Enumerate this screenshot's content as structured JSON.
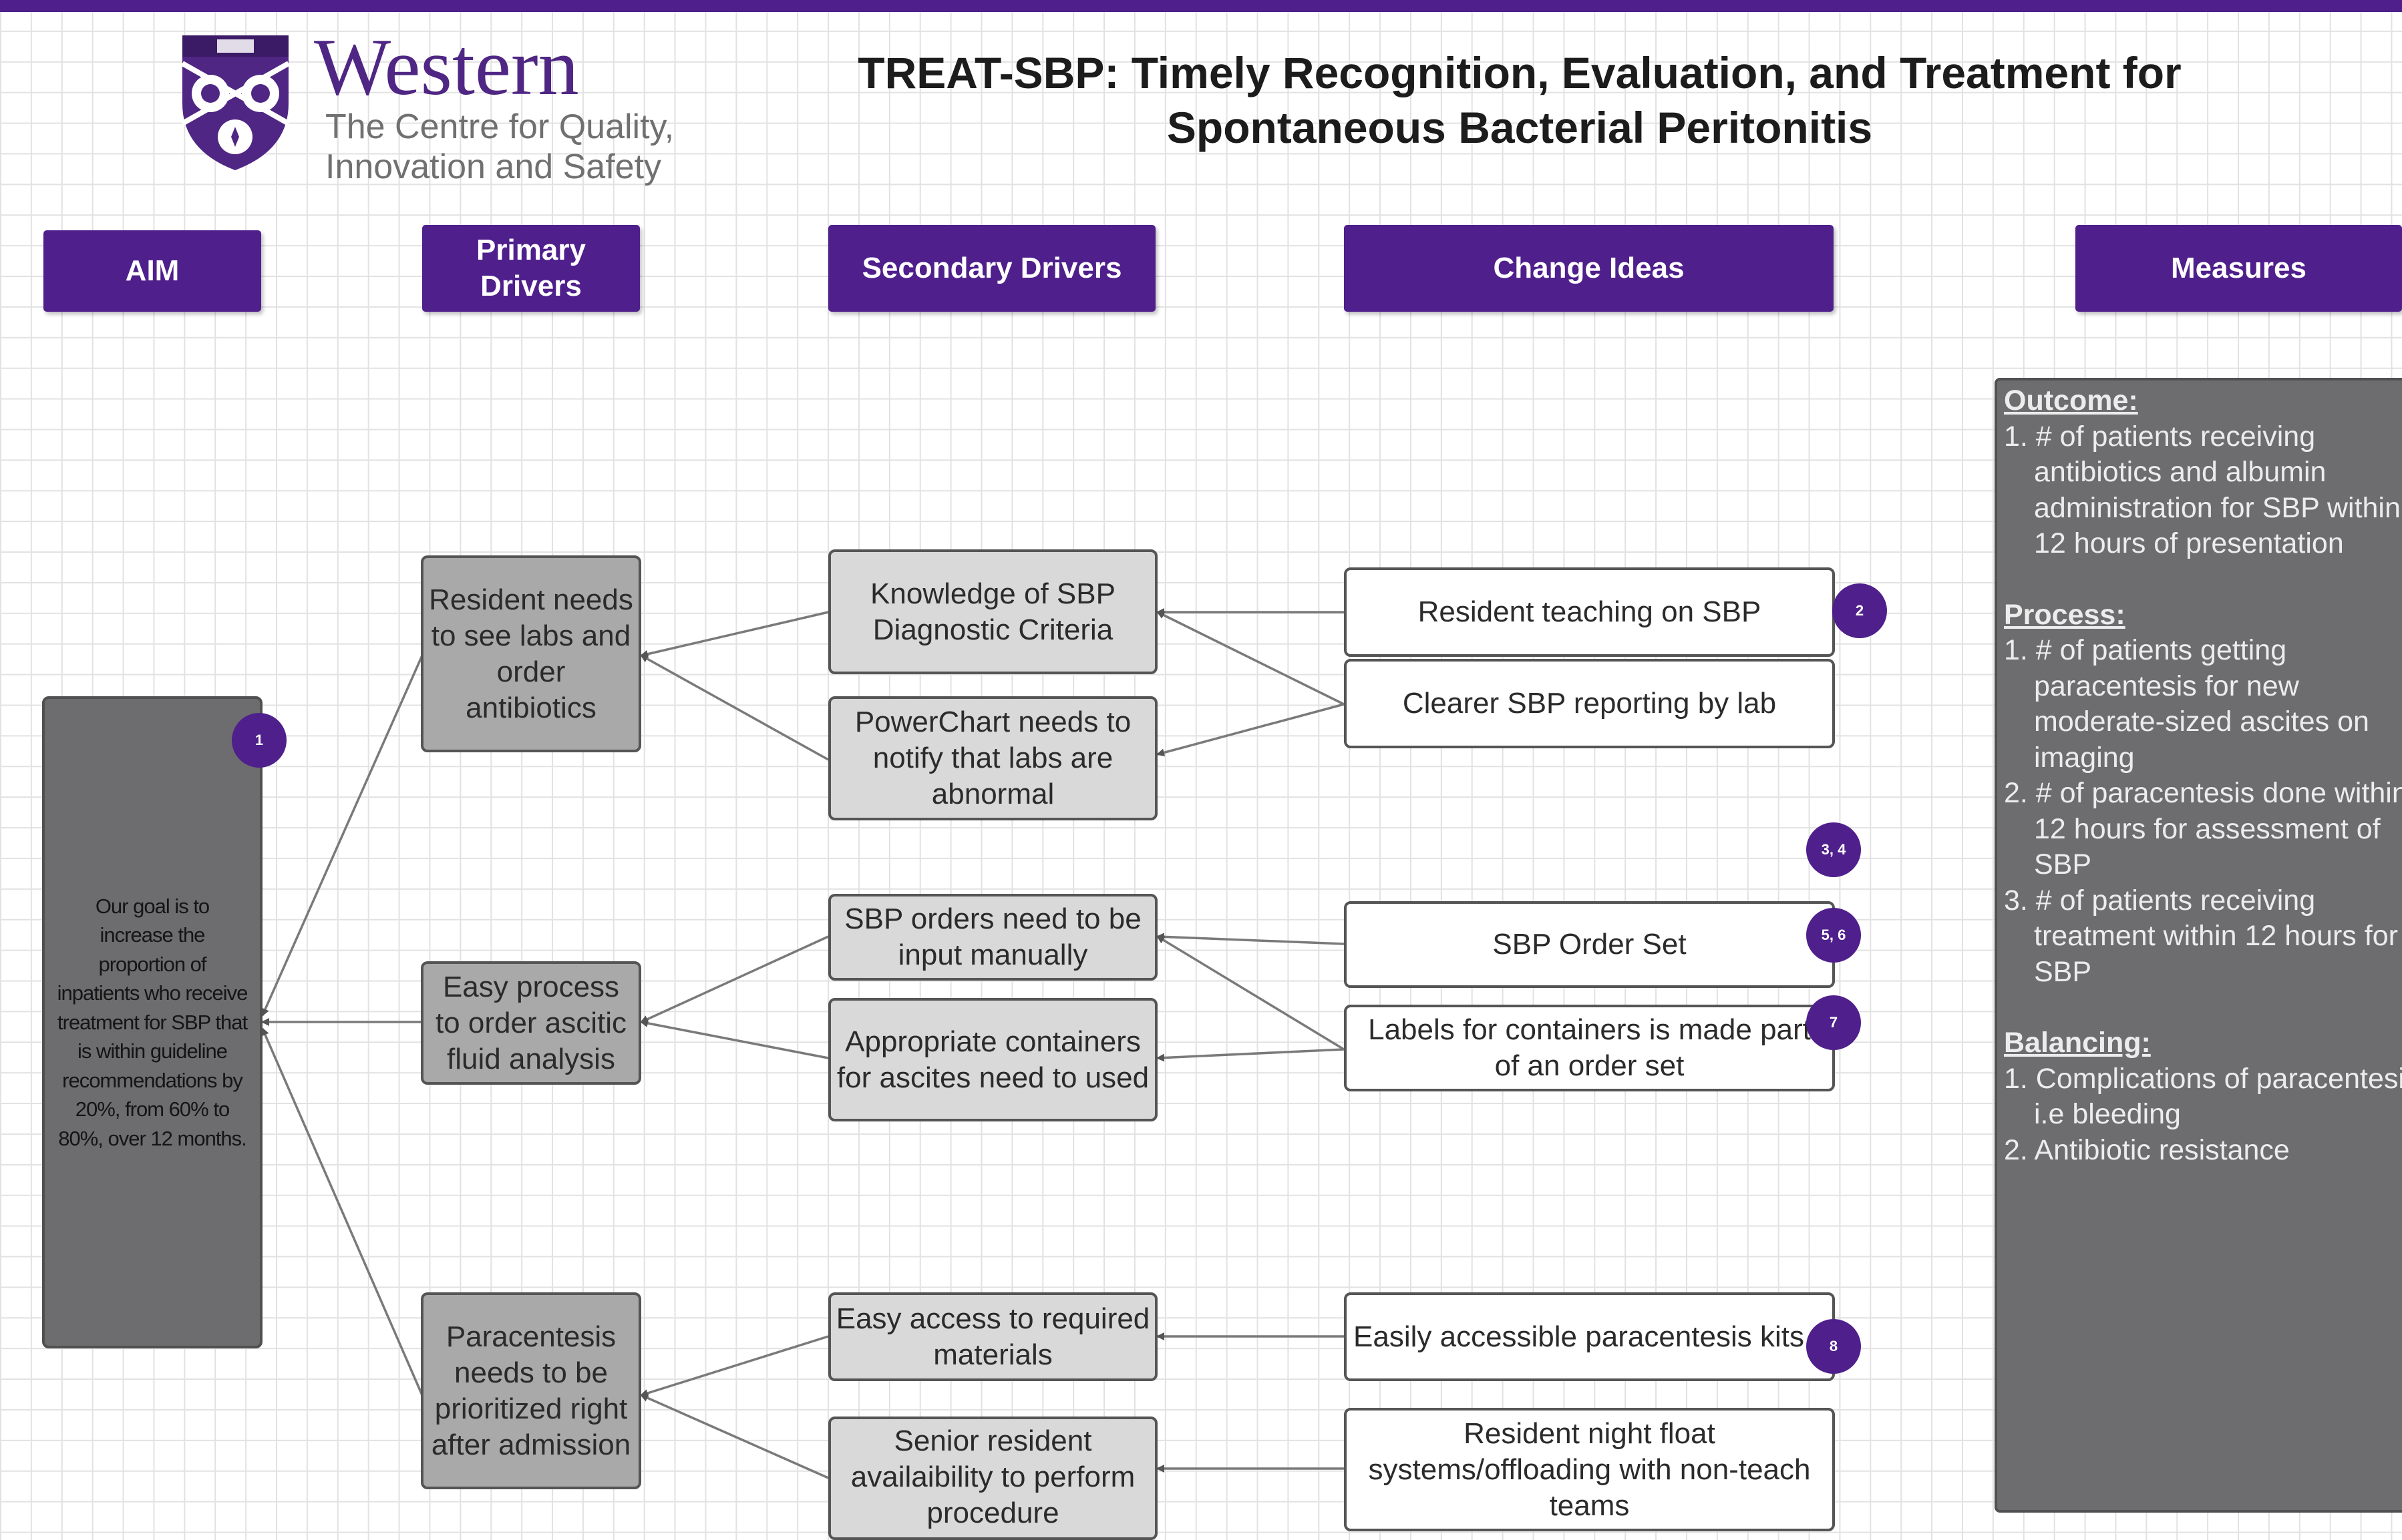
{
  "colors": {
    "purple": "#4f1f8c",
    "aim_gray": "#6d6d70",
    "primary_gray": "#a9a9a9",
    "secondary_gray": "#d9d9d9",
    "connector": "#7a7a7a"
  },
  "logo": {
    "name": "Western",
    "subtitle_line1": "The Centre for Quality,",
    "subtitle_line2": "Innovation and Safety",
    "icon": "western-shield-crest"
  },
  "title": {
    "line1": "TREAT-SBP: Timely Recognition, Evaluation, and Treatment for",
    "line2": "Spontaneous Bacterial Peritonitis"
  },
  "headers": {
    "aim": "AIM",
    "primary": "Primary Drivers",
    "secondary": "Secondary Drivers",
    "change": "Change Ideas",
    "measures": "Measures"
  },
  "aim": {
    "text": "Our goal is to increase the proportion of inpatients who receive treatment for SBP that is within guideline recommendations by 20%, from 60% to 80%, over 12 months.",
    "badge": "1"
  },
  "primary_drivers": [
    "Resident needs to see labs and order antibiotics",
    "Easy process to order ascitic fluid analysis",
    "Paracentesis needs to be prioritized right after admission"
  ],
  "secondary_drivers": [
    "Knowledge of SBP Diagnostic Criteria",
    "PowerChart needs to notify that labs are abnormal",
    "SBP orders need to be input manually",
    "Appropriate containers for ascites need to used",
    "Easy access to required materials",
    "Senior resident availaibility to perform procedure"
  ],
  "change_ideas": [
    "Resident teaching on SBP",
    "Clearer SBP reporting by lab",
    "SBP Order Set",
    "Labels for containers is made part of an order set",
    "Easily accessible paracentesis kits",
    "Resident night float systems/offloading with non-teach teams"
  ],
  "badges": {
    "teaching": "2",
    "reporting": "3, 4",
    "order_set": "5, 6",
    "labels": "7",
    "kits": "8"
  },
  "measures": {
    "outcome_heading": "Outcome:",
    "outcome": [
      {
        "num": "1.",
        "lines": [
          "# of patients receiving",
          "antibiotics and albumin",
          "administration for SBP within",
          "12 hours of presentation"
        ]
      }
    ],
    "process_heading": "Process:",
    "process": [
      {
        "num": "1.",
        "lines": [
          "# of patients getting",
          "paracentesis for new",
          "moderate-sized ascites on",
          "imaging"
        ]
      },
      {
        "num": "2.",
        "lines": [
          "# of paracentesis done within",
          "12 hours for assessment of",
          "SBP"
        ]
      },
      {
        "num": "3.",
        "lines": [
          " # of patients receiving",
          "treatment within 12 hours for",
          "SBP"
        ]
      }
    ],
    "balancing_heading": "Balancing:",
    "balancing": [
      {
        "num": "1.",
        "lines": [
          "Complications of paracentesis",
          "i.e bleeding"
        ]
      },
      {
        "num": "2.",
        "lines": [
          "Antibiotic resistance"
        ]
      }
    ]
  }
}
